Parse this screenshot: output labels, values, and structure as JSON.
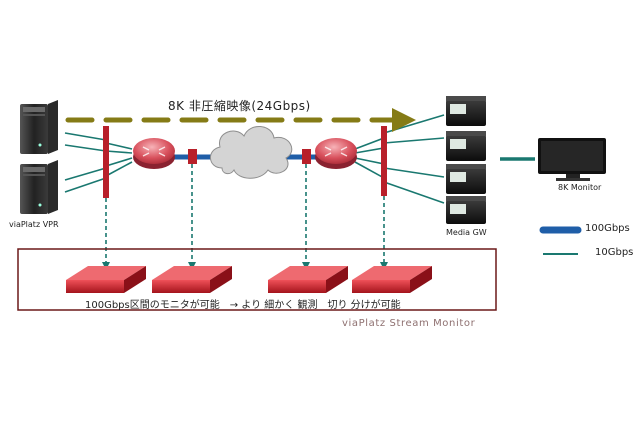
{
  "diagram": {
    "flow_title": "8K 非圧縮映像(24Gbps)",
    "source_label": "viaPlatz VPR",
    "gateway_label": "Media GW",
    "display_label": "8K Monitor",
    "legend": {
      "link_100g": "100Gbps",
      "link_10g": "10Gbps"
    },
    "caption": "100Gbps区間のモニタが可能　→ より 細かく 観測　切り 分けが可能",
    "monitor_system_title": "viaPlatz Stream Monitor"
  },
  "colors": {
    "flow_arrow": "#857b16",
    "link_100g": "#1f5ea8",
    "link_10g": "#1a7870",
    "tap": "#b8202a",
    "router": "#d2505b",
    "probe": "#d0242e",
    "frame": "#6b1818",
    "cloud": "#d4d4d4"
  },
  "icons": [
    "server-icon",
    "router-icon",
    "cloud-icon",
    "media-gw-icon",
    "monitor-icon",
    "probe-icon"
  ]
}
